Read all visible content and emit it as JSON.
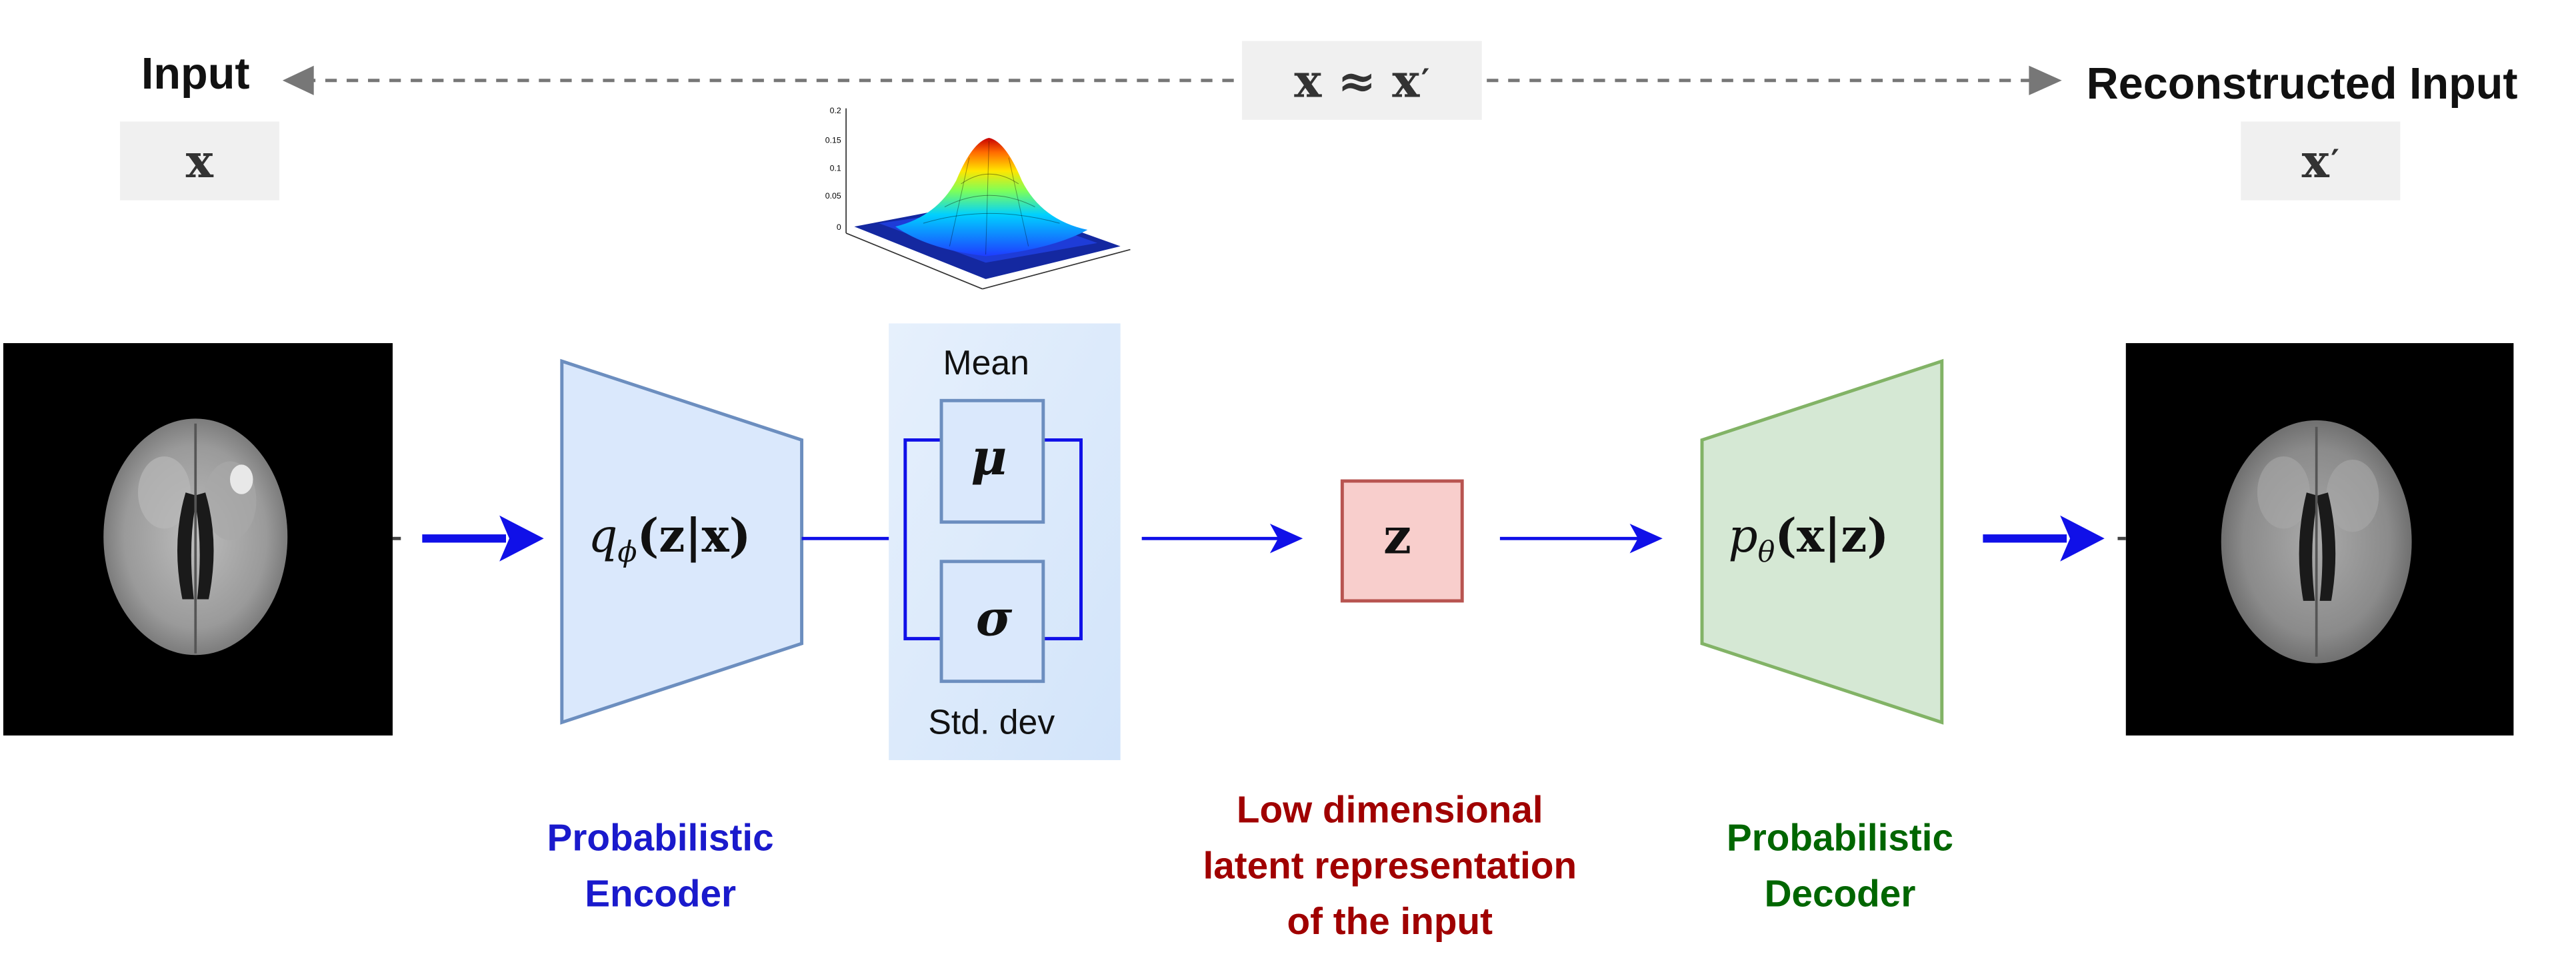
{
  "top": {
    "input_label": "Input",
    "input_var": "x",
    "approx_var": "x ≈ x",
    "approx_prime": "′",
    "recon_label": "Reconstructed Input",
    "recon_var": "x",
    "recon_prime": "′"
  },
  "encoder": {
    "func": "q",
    "func_sub": "ϕ",
    "func_args": "(z|x)",
    "caption_line1": "Probabilistic",
    "caption_line2": "Encoder"
  },
  "sampling": {
    "mean_label": "Mean",
    "mu_symbol": "μ",
    "sigma_symbol": "σ",
    "std_label": "Std. dev"
  },
  "latent": {
    "symbol": "z",
    "caption_line1": "Low dimensional",
    "caption_line2": "latent representation",
    "caption_line3": "of the input"
  },
  "decoder": {
    "func": "p",
    "func_sub": "θ",
    "func_args": "(x|z)",
    "caption_line1": "Probabilistic",
    "caption_line2": "Decoder"
  },
  "gaussian_plot": {
    "z_ticks": [
      "0.2",
      "0.15",
      "0.1",
      "0.05",
      "0"
    ]
  },
  "colors": {
    "arrow_blue": "#1010e8",
    "encoder_fill": "#dae8fc",
    "encoder_stroke": "#6c8ebf",
    "decoder_fill": "#d5e8d4",
    "decoder_stroke": "#82b366",
    "latent_fill": "#f8cecc",
    "latent_stroke": "#b85450",
    "encoder_caption": "#1a1acc",
    "latent_caption": "#a00000",
    "decoder_caption": "#006600"
  }
}
